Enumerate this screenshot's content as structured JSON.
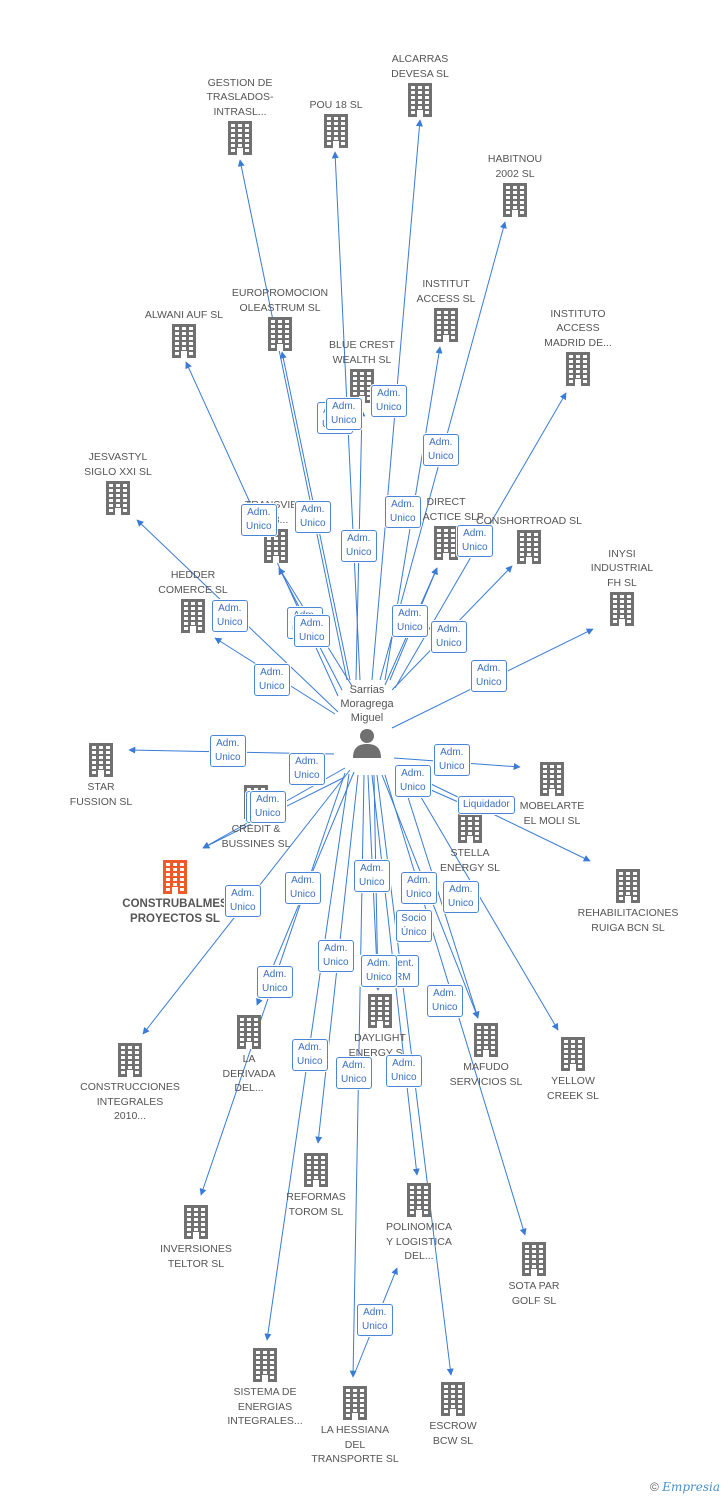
{
  "colors": {
    "edge": "#3a7bd5",
    "building": "#707070",
    "highlight": "#f05a28",
    "label": "#555555"
  },
  "center": {
    "label": "Sarrias\nMoragrega\nMiguel",
    "icon": "person-icon"
  },
  "nodes": [
    {
      "id": "gestion",
      "label": "GESTION DE\nTRASLADOS-\nINTRASL...",
      "icon": "building-icon"
    },
    {
      "id": "pou18",
      "label": "POU 18 SL",
      "icon": "building-icon"
    },
    {
      "id": "alcarras",
      "label": "ALCARRAS\nDEVESA SL",
      "icon": "building-icon"
    },
    {
      "id": "habitnou",
      "label": "HABITNOU\n2002 SL",
      "icon": "building-icon"
    },
    {
      "id": "europromocion",
      "label": "EUROPROMOCION\nOLEASTRUM SL",
      "icon": "building-icon"
    },
    {
      "id": "alwani",
      "label": "ALWANI AUF SL",
      "icon": "building-icon"
    },
    {
      "id": "institut",
      "label": "INSTITUT\nACCESS SL",
      "icon": "building-icon"
    },
    {
      "id": "instituto",
      "label": "INSTITUTO\nACCESS\nMADRID DE...",
      "icon": "building-icon"
    },
    {
      "id": "bluecrest",
      "label": "BLUE CREST\nWEALTH SL",
      "icon": "building-icon"
    },
    {
      "id": "jesvastyl",
      "label": "JESVASTYL\nSIGLO XXI SL",
      "icon": "building-icon"
    },
    {
      "id": "transview",
      "label": "TRANSVIEW\nS 3...",
      "icon": "building-icon"
    },
    {
      "id": "direct",
      "label": "DIRECT\nPRACTICE SLP",
      "icon": "building-icon"
    },
    {
      "id": "conshortroad",
      "label": "CONSHORTROAD SL",
      "icon": "building-icon"
    },
    {
      "id": "inysi",
      "label": "INYSI\nINDUSTRIAL\nFH SL",
      "icon": "building-icon"
    },
    {
      "id": "hedder",
      "label": "HEDDER\nCOMERCE SL",
      "icon": "building-icon"
    },
    {
      "id": "star",
      "label": "STAR\nFUSSION SL",
      "icon": "building-icon"
    },
    {
      "id": "credit",
      "label": "CREDIT &\nBUSSINES SL",
      "icon": "building-icon"
    },
    {
      "id": "mobelarte",
      "label": "MOBELARTE\nEL MOLI SL",
      "icon": "building-icon"
    },
    {
      "id": "stella",
      "label": "STELLA\nENERGY SL",
      "icon": "building-icon"
    },
    {
      "id": "construbalmes",
      "label": "CONSTRUBALMES\nPROYECTOS SL",
      "icon": "building-icon"
    },
    {
      "id": "rehabilitaciones",
      "label": "REHABILITACIONES\nRUIGA BCN SL",
      "icon": "building-icon"
    },
    {
      "id": "construcciones",
      "label": "CONSTRUCCIONES\nINTEGRALES\n2010...",
      "icon": "building-icon"
    },
    {
      "id": "laderivada",
      "label": "LA\nDERIVADA\nDEL...",
      "icon": "building-icon"
    },
    {
      "id": "daylight",
      "label": "DAYLIGHT\nENERGY S...",
      "icon": "building-icon"
    },
    {
      "id": "mafudo",
      "label": "MAFUDO\nSERVICIOS SL",
      "icon": "building-icon"
    },
    {
      "id": "yellow",
      "label": "YELLOW\nCREEK SL",
      "icon": "building-icon"
    },
    {
      "id": "reformas",
      "label": "REFORMAS\nTOROM SL",
      "icon": "building-icon"
    },
    {
      "id": "polinomica",
      "label": "POLINOMICA\nY LOGISTICA\nDEL...",
      "icon": "building-icon"
    },
    {
      "id": "inversiones",
      "label": "INVERSIONES\nTELTOR SL",
      "icon": "building-icon"
    },
    {
      "id": "sotapar",
      "label": "SOTA PAR\nGOLF SL",
      "icon": "building-icon"
    },
    {
      "id": "sistema",
      "label": "SISTEMA DE\nENERGIAS\nINTEGRALES...",
      "icon": "building-icon"
    },
    {
      "id": "lahessiana",
      "label": "LA HESSIANA\nDEL\nTRANSPORTE SL",
      "icon": "building-icon"
    },
    {
      "id": "escrow",
      "label": "ESCROW\nBCW SL",
      "icon": "building-icon"
    }
  ],
  "edges": [
    {
      "to": "gestion",
      "role": "Adm.\nUnico"
    },
    {
      "to": "pou18",
      "role": "Adm.\nUnico"
    },
    {
      "to": "alcarras",
      "role": "Adm.\nUnico"
    },
    {
      "to": "habitnou",
      "role": "Adm.\nUnico"
    },
    {
      "to": "europromocion",
      "role": "Adm.\nUnico"
    },
    {
      "to": "alwani",
      "role": "Adm.\nUnico"
    },
    {
      "to": "institut",
      "role": "Adm.\nUnico"
    },
    {
      "to": "instituto",
      "role": "Adm.\nUnico"
    },
    {
      "to": "bluecrest",
      "role": "Adm.\nUnico"
    },
    {
      "to": "jesvastyl",
      "role": "Adm.\nUnico"
    },
    {
      "to": "transview",
      "role": "Adm.\nUnico"
    },
    {
      "to": "direct",
      "role": "Adm.\nUnico"
    },
    {
      "to": "conshortroad",
      "role": "Adm.\nUnico"
    },
    {
      "to": "inysi",
      "role": "Adm.\nUnico"
    },
    {
      "to": "hedder",
      "role": "Adm.\nUnico"
    },
    {
      "to": "star",
      "role": "Adm.\nUnico"
    },
    {
      "to": "credit",
      "role": "Adm.\nUnico"
    },
    {
      "to": "mobelarte",
      "role": "Adm.\nUnico"
    },
    {
      "to": "stella",
      "role": "Liquidador"
    },
    {
      "to": "rehabilitaciones",
      "role": "Adm.\nUnico"
    },
    {
      "to": "construcciones",
      "role": "Adm.\nUnico"
    },
    {
      "to": "laderivada",
      "role": "Adm.\nUnico"
    },
    {
      "to": "daylight",
      "role": "Represent.\n143 RRM"
    },
    {
      "to": "mafudo",
      "role": "Adm.\nUnico"
    },
    {
      "to": "yellow",
      "role": "Adm.\nUnico"
    },
    {
      "to": "reformas",
      "role": "Adm.\nUnico"
    },
    {
      "to": "polinomica",
      "role": "Adm.\nUnico"
    },
    {
      "to": "inversiones",
      "role": "Adm.\nUnico"
    },
    {
      "to": "sotapar",
      "role": "Socio\nÚnico"
    },
    {
      "to": "sistema",
      "role": "Adm.\nUnico"
    },
    {
      "to": "lahessiana",
      "role": "Adm.\nUnico"
    },
    {
      "to": "escrow",
      "role": "Adm.\nUnico"
    },
    {
      "to": "polinomica",
      "role": "Adm.\nUnico"
    },
    {
      "to": "transview",
      "role": "Adm.\nUnico"
    },
    {
      "to": "direct",
      "role": "Adm.\nUnico"
    },
    {
      "to": "credit",
      "role": "Adm.\nUnico"
    },
    {
      "to": "mafudo",
      "role": "Adm.\nUnico"
    },
    {
      "to": "daylight",
      "role": "Adm.\nUnico"
    }
  ],
  "copyright": {
    "symbol": "©",
    "brand": "Empresia"
  }
}
